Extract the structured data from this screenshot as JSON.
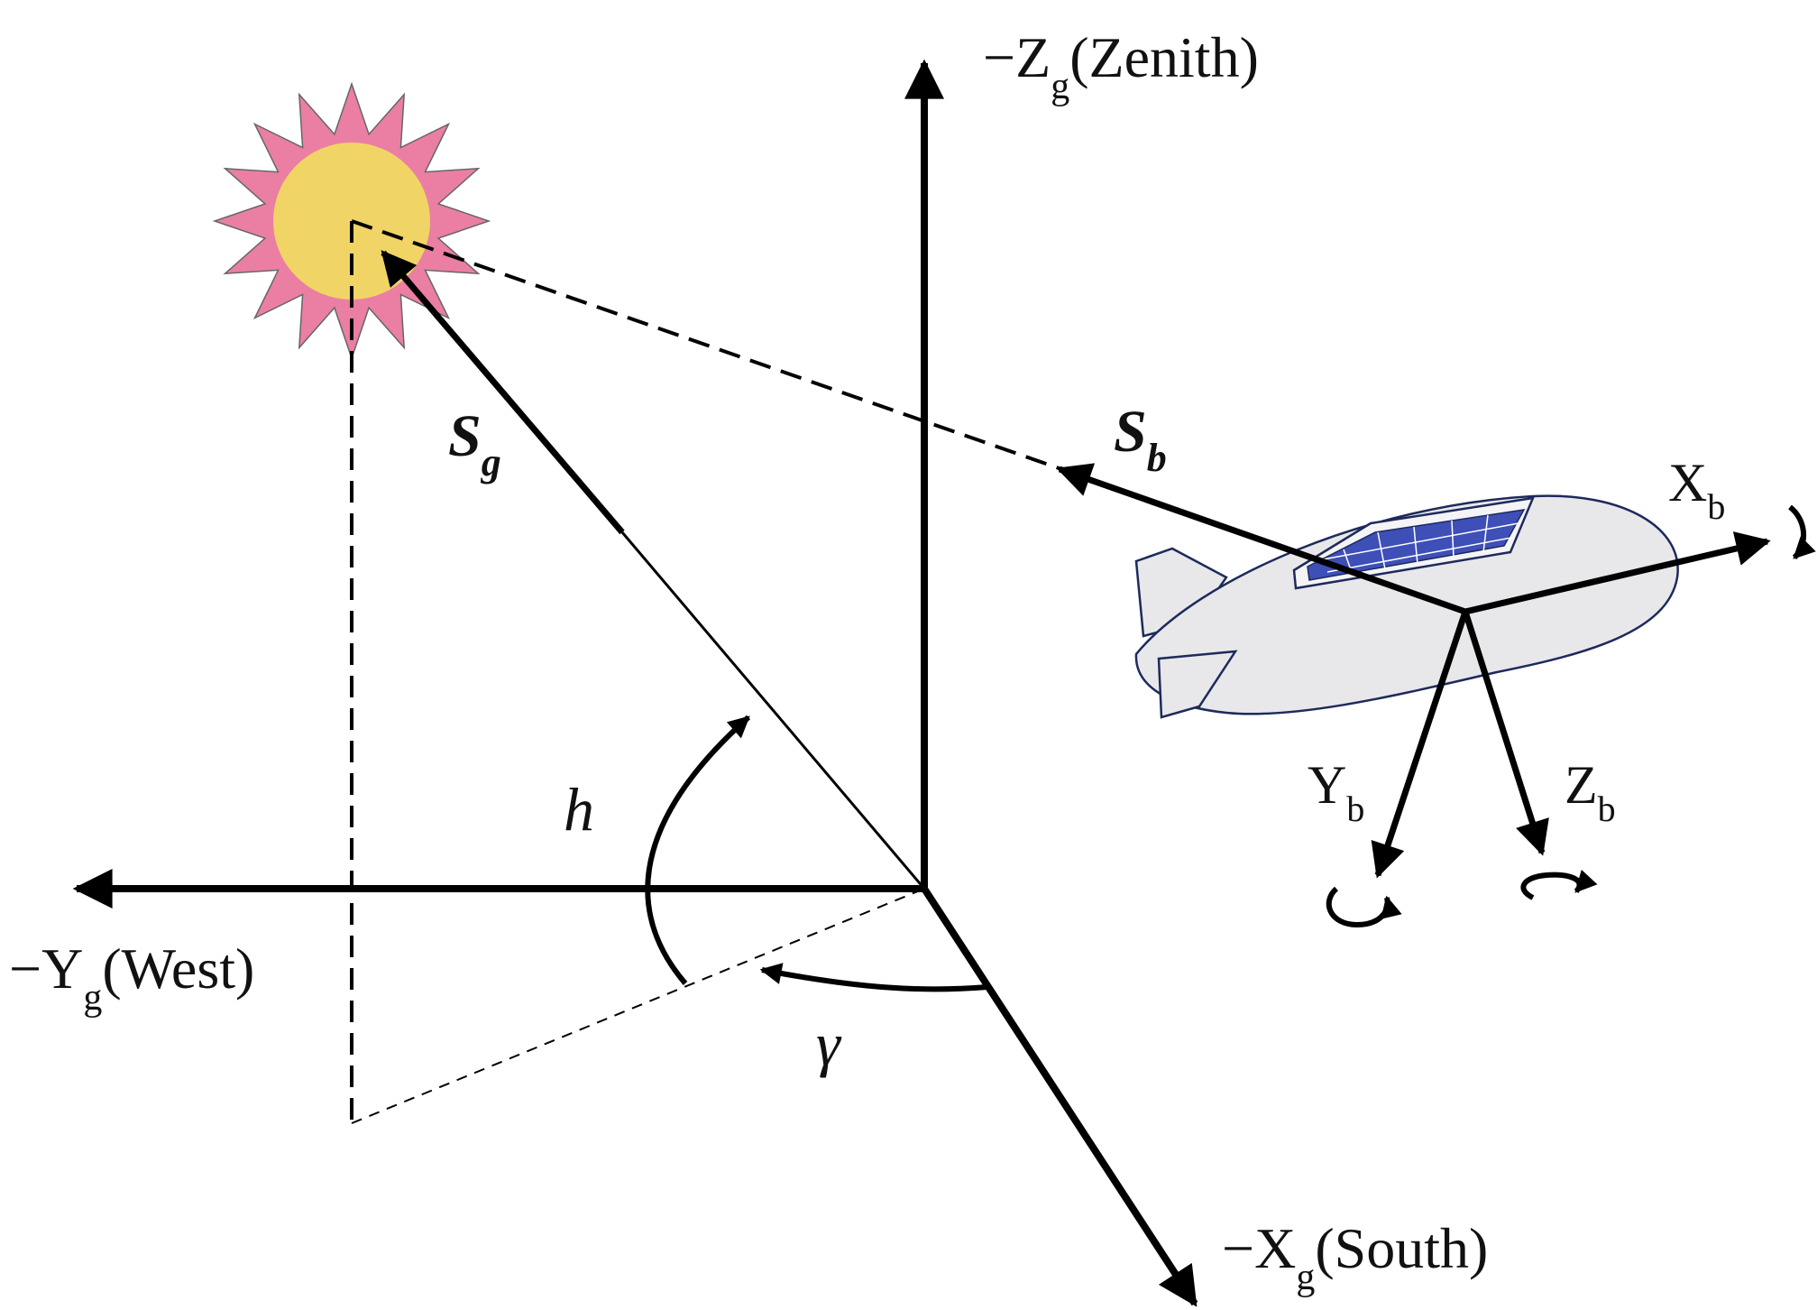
{
  "axes": {
    "zenith": {
      "main": "−Z",
      "sub": "g",
      "suffix": "(Zenith)"
    },
    "west": {
      "main": "−Y",
      "sub": "g",
      "suffix": "(West)"
    },
    "south": {
      "main": "−X",
      "sub": "g",
      "suffix": "(South)"
    }
  },
  "vectors": {
    "sun_ground": {
      "main": "S",
      "sub": "g"
    },
    "sun_body": {
      "main": "S",
      "sub": "b"
    }
  },
  "angles": {
    "elevation": "h",
    "azimuth": "γ"
  },
  "body_axes": {
    "x": {
      "main": "X",
      "sub": "b"
    },
    "y": {
      "main": "Y",
      "sub": "b"
    },
    "z": {
      "main": "Z",
      "sub": "b"
    }
  },
  "colors": {
    "sun_core": "#f1d466",
    "sun_rays": "#ea7fa3",
    "airship_hull": "#e8e8ea",
    "airship_outline": "#1d2a5c",
    "solar_panel": "#3e4fb8",
    "stroke": "#000000"
  },
  "icons": {
    "sun": "sun-icon",
    "airship": "airship-icon"
  }
}
